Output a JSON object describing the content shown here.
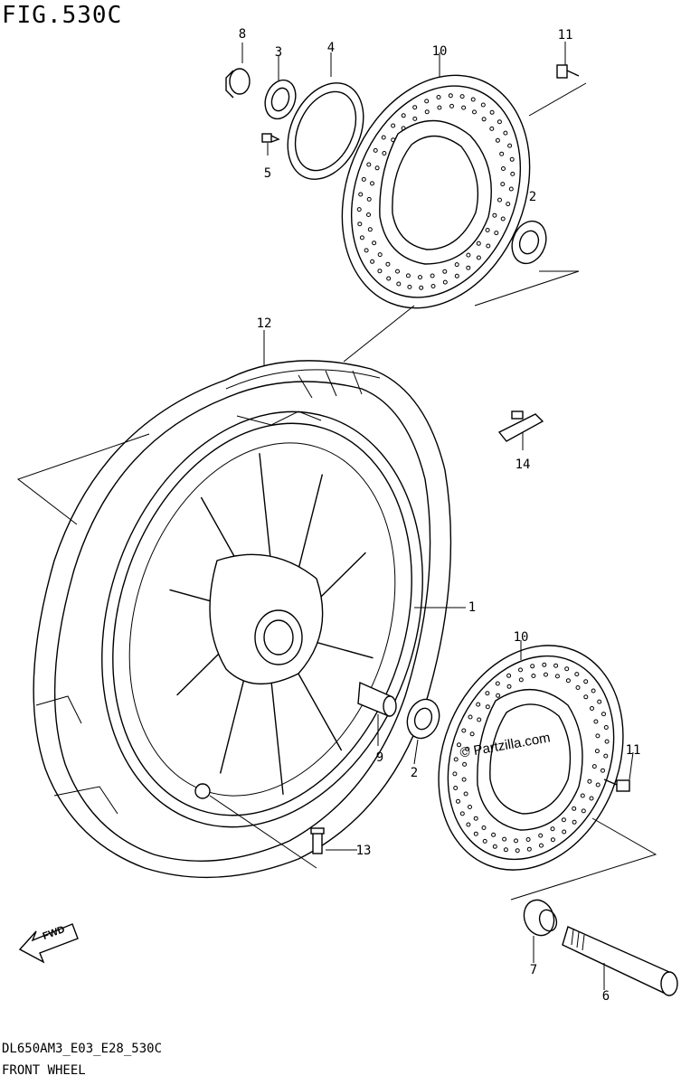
{
  "figure": {
    "title": "FIG.530C",
    "model_code": "DL650AM3_E03_E28_530C",
    "section_name": "FRONT WHEEL",
    "watermark": "© Partzilla.com"
  },
  "parts": [
    {
      "ref": "1"
    },
    {
      "ref": "2"
    },
    {
      "ref": "2"
    },
    {
      "ref": "3"
    },
    {
      "ref": "4"
    },
    {
      "ref": "5"
    },
    {
      "ref": "6"
    },
    {
      "ref": "7"
    },
    {
      "ref": "8"
    },
    {
      "ref": "9"
    },
    {
      "ref": "10"
    },
    {
      "ref": "10"
    },
    {
      "ref": "11"
    },
    {
      "ref": "11"
    },
    {
      "ref": "12"
    },
    {
      "ref": "13"
    },
    {
      "ref": "14"
    }
  ],
  "fwd_badge": "FWD",
  "icons": [
    "fwd-arrow-icon",
    "copyright-icon"
  ]
}
